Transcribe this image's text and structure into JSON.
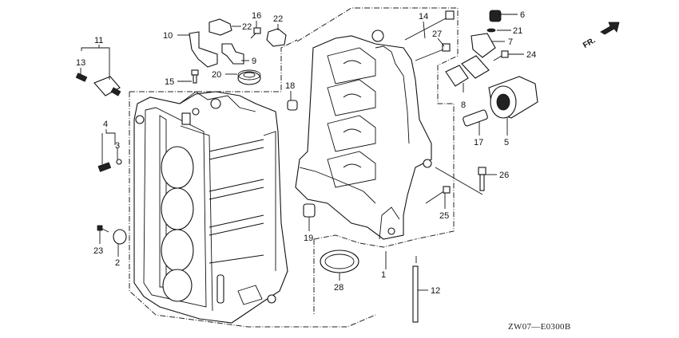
{
  "diagram": {
    "title": "Cylinder Block / Oil Filter exploded parts view",
    "code": "ZW07—E0300B",
    "direction_label": "FR.",
    "callouts": {
      "c1": "1",
      "c2": "2",
      "c3": "3",
      "c4": "4",
      "c5": "5",
      "c6": "6",
      "c7": "7",
      "c8": "8",
      "c9": "9",
      "c10": "10",
      "c11": "11",
      "c12": "12",
      "c13": "13",
      "c14": "14",
      "c15": "15",
      "c16": "16",
      "c17": "17",
      "c18": "18",
      "c19": "19",
      "c20": "20",
      "c21": "21",
      "c22a": "22",
      "c22b": "22",
      "c23": "23",
      "c24": "24",
      "c25": "25",
      "c26": "26",
      "c27": "27",
      "c28": "28"
    }
  }
}
